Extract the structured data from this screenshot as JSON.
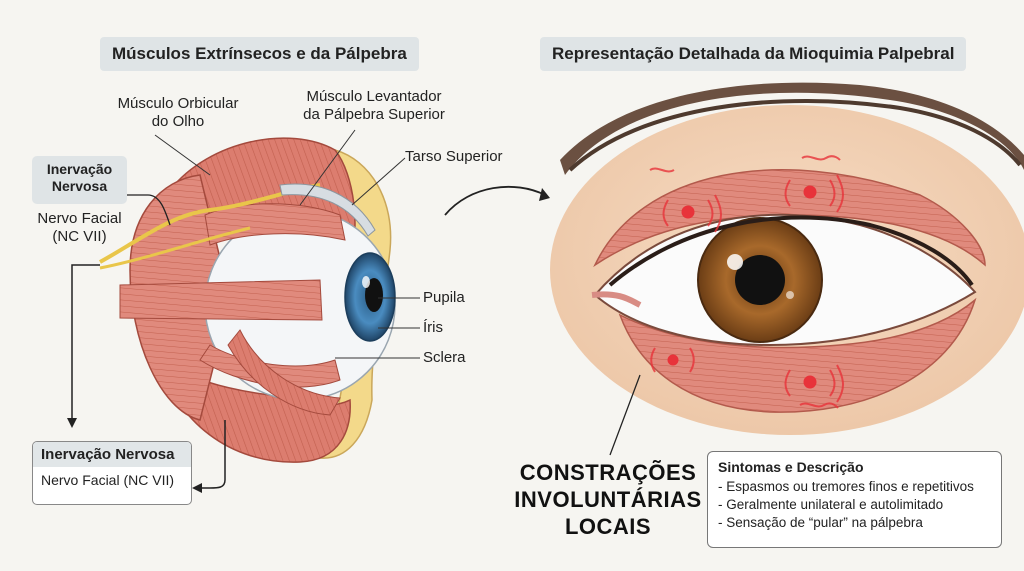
{
  "left": {
    "title": "Músculos Extrínsecos e da Pálpebra",
    "labels": {
      "orbicular": [
        "Músculo Orbicular",
        "do Olho"
      ],
      "levator": [
        "Músculo Levantador",
        "da Pálpebra Superior"
      ],
      "tarsus": "Tarso Superior",
      "pupil": "Pupila",
      "iris": "Íris",
      "sclera": "Sclera"
    },
    "innervation_top": {
      "header": [
        "Inervação",
        "Nervosa"
      ],
      "text": [
        "Nervo Facial",
        "(NC VII)"
      ]
    },
    "innervation_bottom": {
      "header": "Inervação Nervosa",
      "text": "Nervo Facial (NC VII)"
    }
  },
  "right": {
    "title": "Representação Detalhada da Mioquimia Palpebral",
    "contractions_label": [
      "CONSTRAÇÕES",
      "INVOLUNTÁRIAS",
      "LOCAIS"
    ],
    "symptoms": {
      "title": "Sintomas e Descrição",
      "items": [
        "- Espasmos ou tremores finos e repetitivos",
        "- Geralmente unilateral e autolimitado",
        "- Sensação de “pular” na pálpebra"
      ]
    }
  },
  "colors": {
    "muscle": "#d9776a",
    "muscle_dark": "#b85548",
    "fat": "#f3d98a",
    "iris_left": "#3f7fb0",
    "iris_right": "#8a5420",
    "skin": "#f1d3b8",
    "spasm": "#e8333a"
  }
}
